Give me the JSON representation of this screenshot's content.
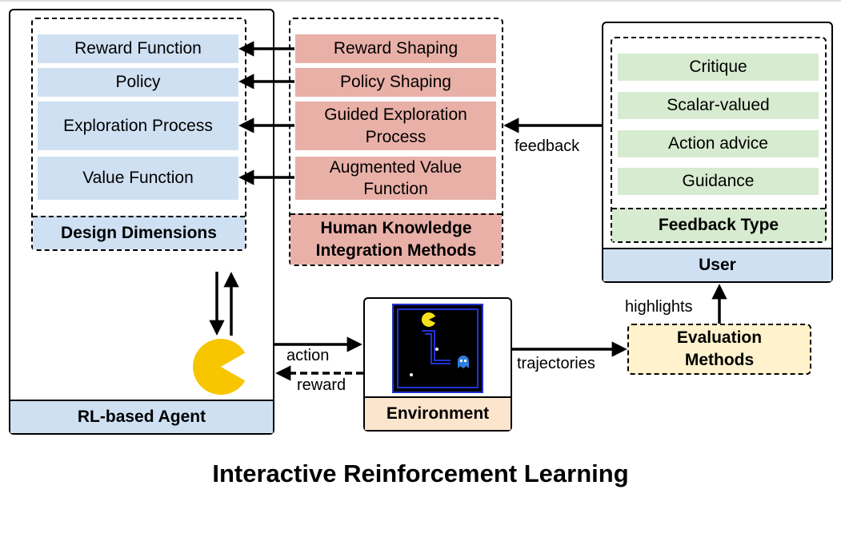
{
  "design_dimensions": {
    "title": "Design Dimensions",
    "items": [
      "Reward Function",
      "Policy",
      "Exploration Process",
      "Value Function"
    ]
  },
  "human_knowledge": {
    "title_line1": "Human Knowledge",
    "title_line2": "Integration Methods",
    "items": [
      {
        "line1": "Reward Shaping",
        "line2": ""
      },
      {
        "line1": "Policy Shaping",
        "line2": ""
      },
      {
        "line1": "Guided Exploration",
        "line2": "Process"
      },
      {
        "line1": "Augmented Value",
        "line2": "Function"
      }
    ]
  },
  "feedback_type": {
    "title": "Feedback Type",
    "items": [
      "Critique",
      "Scalar-valued",
      "Action advice",
      "Guidance"
    ]
  },
  "user": {
    "title": "User"
  },
  "agent": {
    "title": "RL-based Agent"
  },
  "environment": {
    "title": "Environment"
  },
  "evaluation": {
    "title_line1": "Evaluation",
    "title_line2": "Methods"
  },
  "edge_labels": {
    "feedback": "feedback",
    "highlights": "highlights",
    "action": "action",
    "reward": "reward",
    "trajectories": "trajectories"
  },
  "caption": "Interactive Reinforcement Learning",
  "colors": {
    "design_fill": "#cfe0f3",
    "method_fill": "#e9b0a8",
    "feedback_fill": "#d6ebcf",
    "env_fill": "#fbe5cd",
    "eval_fill": "#fff2cc",
    "pacman": "#f7c600",
    "maze_wall": "#2133d6",
    "ghost": "#2f7de1"
  }
}
